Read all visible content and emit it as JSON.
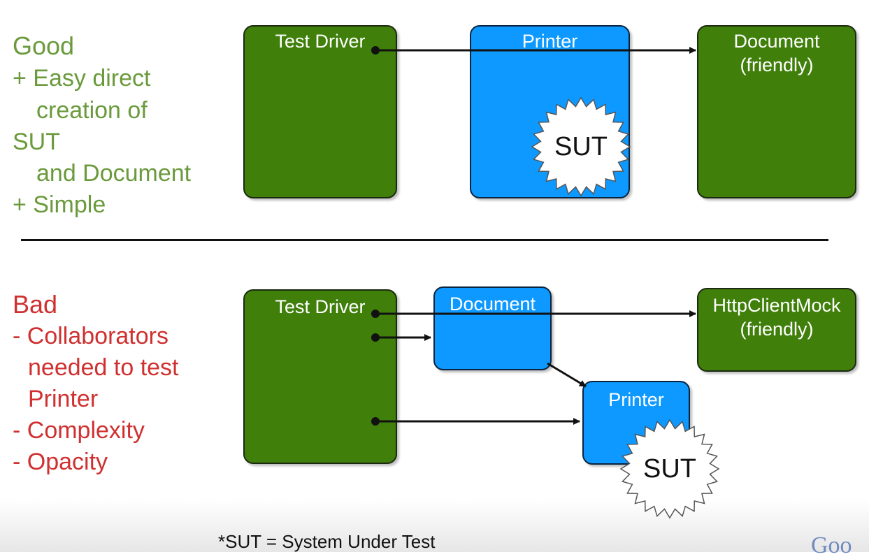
{
  "good": {
    "heading": "Good",
    "lines": [
      "+ Easy direct",
      "creation of",
      "SUT",
      "and Document",
      "+ Simple"
    ]
  },
  "bad": {
    "heading": "Bad",
    "lines": [
      "- Collaborators",
      "needed to test",
      "Printer",
      "- Complexity",
      "- Opacity"
    ]
  },
  "top_diagram": {
    "test_driver": "Test Driver",
    "printer": "Printer",
    "sut": "SUT",
    "document": "Document",
    "document_note": "(friendly)"
  },
  "bottom_diagram": {
    "test_driver": "Test Driver",
    "document": "Document",
    "http_mock": "HttpClientMock",
    "http_mock_note": "(friendly)",
    "printer": "Printer",
    "sut": "SUT"
  },
  "footnote": "*SUT = System Under Test",
  "logo": "Goo",
  "colors": {
    "good": "#6a9a3c",
    "bad": "#d03030",
    "green_box": "#3f7f0a",
    "blue_box": "#0d99ff"
  }
}
